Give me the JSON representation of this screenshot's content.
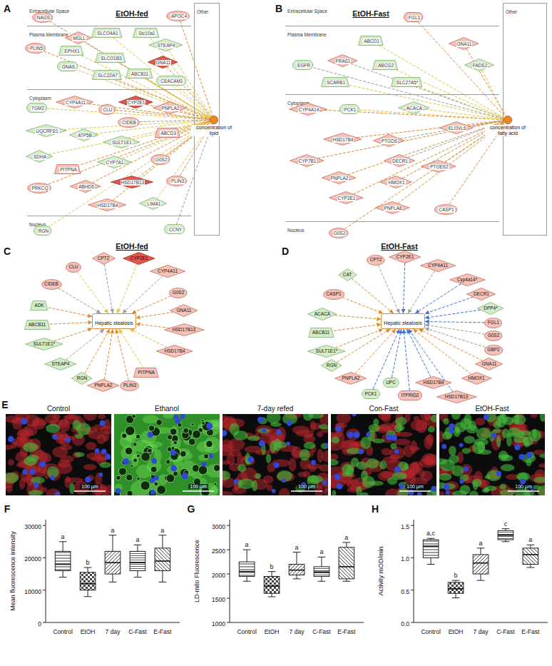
{
  "diagram": {
    "nodes": [
      {
        "text": [
          "Extracellular Space"
        ]
      },
      {
        "text": [
          "Plasma Membrane"
        ]
      },
      {
        "text": [
          "Cytoplasm"
        ]
      },
      {
        "text": [
          "Nucleus"
        ]
      },
      {
        "text": [
          "Other"
        ]
      },
      {
        "text": [
          "concentration of lipid"
        ]
      },
      {
        "text": [
          "NAGS"
        ],
        "in": 0
      },
      {
        "text": [
          "APOC4"
        ],
        "in": 0
      },
      {
        "text": [
          "MGLL"
        ],
        "in": 1
      },
      {
        "text": [
          "SLCO4A1"
        ],
        "in": 1
      },
      {
        "text": [
          "Slc10a1"
        ],
        "in": 1
      },
      {
        "text": [
          "PLIN5"
        ],
        "in": 1
      },
      {
        "text": [
          "EPHX1"
        ],
        "in": 1
      },
      {
        "text": [
          "STEAP4"
        ],
        "in": 1
      },
      {
        "text": [
          "SLCO1B3"
        ],
        "in": 1
      },
      {
        "text": [
          "GNA11"
        ],
        "in": 1
      },
      {
        "text": [
          "GNAS"
        ],
        "in": 1
      },
      {
        "text": [
          "SLC22A7"
        ],
        "in": 1
      },
      {
        "text": [
          "ABCB11"
        ],
        "in": 1
      },
      {
        "text": [
          "CEACAM1"
        ],
        "in": 1
      },
      {
        "text": [
          "TGM2"
        ],
        "in": 2
      },
      {
        "text": [
          "CYP4A11"
        ],
        "in": 2
      },
      {
        "text": [
          "CLU"
        ],
        "in": 2
      },
      {
        "text": [
          "CYP2E1"
        ],
        "in": 2
      },
      {
        "text": [
          "PNPLA2"
        ],
        "in": 2
      },
      {
        "text": [
          "UQCRFS1"
        ],
        "in": 2
      },
      {
        "text": [
          "CIDEB"
        ],
        "in": 2
      },
      {
        "text": [
          "ATP5B"
        ],
        "in": 2
      },
      {
        "text": [
          "SULT1E1"
        ],
        "in": 2
      },
      {
        "text": [
          "ABCD3"
        ],
        "in": 2
      },
      {
        "text": [
          "SDHA"
        ],
        "in": 2
      },
      {
        "text": [
          "PITPNA"
        ],
        "in": 2
      },
      {
        "text": [
          "CYP7A1"
        ],
        "in": 2
      },
      {
        "text": [
          "G0S2"
        ],
        "in": 2
      },
      {
        "text": [
          "PRKCQ"
        ],
        "in": 2
      },
      {
        "text": [
          "ABHD5"
        ],
        "in": 2
      },
      {
        "text": [
          "HSD17B13"
        ],
        "in": 2
      },
      {
        "text": [
          "PLIN3"
        ],
        "in": 2
      },
      {
        "text": [
          "HSD17B4"
        ],
        "in": 2
      },
      {
        "text": [
          "LIMA1"
        ],
        "in": 2
      },
      {
        "text": [
          "RGN"
        ],
        "in": 3
      },
      {
        "text": [
          "CCNY"
        ],
        "in": 3
      },
      {
        "text": [
          "Extracellular Space"
        ]
      },
      {
        "text": [
          "Plasma Membrane"
        ]
      },
      {
        "text": [
          "Cytoplasm"
        ]
      },
      {
        "text": [
          "Nucleus"
        ]
      },
      {
        "text": [
          "Other"
        ]
      },
      {
        "text": [
          "concentration of fatty acid"
        ]
      },
      {
        "text": [
          "FGL1"
        ],
        "in": 42
      },
      {
        "text": [
          "ABCD1"
        ],
        "in": 43
      },
      {
        "text": [
          "GNA11"
        ],
        "in": 43
      },
      {
        "text": [
          "FRAS1"
        ],
        "in": 43
      },
      {
        "text": [
          "FADS2"
        ],
        "in": 43
      },
      {
        "text": [
          "EGFR"
        ],
        "in": 43
      },
      {
        "text": [
          "ABCG2"
        ],
        "in": 43
      },
      {
        "text": [
          "SCARB1"
        ],
        "in": 43
      },
      {
        "text": [
          "SLC27A5*"
        ],
        "in": 43
      },
      {
        "text": [
          "CYP4A14"
        ],
        "in": 44
      },
      {
        "text": [
          "PCK1"
        ],
        "in": 44
      },
      {
        "text": [
          "ACACA"
        ],
        "in": 44
      },
      {
        "text": [
          "ELOVL6"
        ],
        "in": 44
      },
      {
        "text": [
          "HSD17B4"
        ],
        "in": 44
      },
      {
        "text": [
          "PTGDS"
        ],
        "in": 44
      },
      {
        "text": [
          "CYP7B1"
        ],
        "in": 44
      },
      {
        "text": [
          "DECR1"
        ],
        "in": 44
      },
      {
        "text": [
          "PTGES2"
        ],
        "in": 44
      },
      {
        "text": [
          "PNPLA2"
        ],
        "in": 44
      },
      {
        "text": [
          "HMOX1"
        ],
        "in": 44
      },
      {
        "text": [
          "CYP2E1"
        ],
        "in": 44
      },
      {
        "text": [
          "PNPLA8"
        ],
        "in": 44
      },
      {
        "text": [
          "CASP1"
        ],
        "in": 44
      },
      {
        "text": [
          "G0S2"
        ],
        "in": 45
      },
      {
        "text": [
          "Hepatic steatosis"
        ]
      },
      {
        "text": [
          "CPT2"
        ]
      },
      {
        "text": [
          "CYP2E1"
        ]
      },
      {
        "text": [
          "CLU"
        ]
      },
      {
        "text": [
          "CYP4A11"
        ]
      },
      {
        "text": [
          "CIDEB"
        ]
      },
      {
        "text": [
          "G0S2"
        ]
      },
      {
        "text": [
          "ADK"
        ]
      },
      {
        "text": [
          "GNA11"
        ]
      },
      {
        "text": [
          "ABCB11"
        ]
      },
      {
        "text": [
          "HSD17B13"
        ]
      },
      {
        "text": [
          "SULT1E1*"
        ]
      },
      {
        "text": [
          "HSD17B4"
        ]
      },
      {
        "text": [
          "STEAP4"
        ]
      },
      {
        "text": [
          "RGN"
        ]
      },
      {
        "text": [
          "PITPNA"
        ]
      },
      {
        "text": [
          "PNPLA2"
        ]
      },
      {
        "text": [
          "PLIN3"
        ]
      },
      {
        "text": [
          "Hepatic steatosis"
        ]
      },
      {
        "text": [
          "CPT2"
        ]
      },
      {
        "text": [
          "CYP2E1"
        ]
      },
      {
        "text": [
          "CYP4A11"
        ]
      },
      {
        "text": [
          "Cyp4a14*"
        ]
      },
      {
        "text": [
          "CAT"
        ]
      },
      {
        "text": [
          "DECR1"
        ]
      },
      {
        "text": [
          "CASP1"
        ]
      },
      {
        "text": [
          "DPP4*"
        ]
      },
      {
        "text": [
          "ACACA"
        ]
      },
      {
        "text": [
          "FGL1"
        ]
      },
      {
        "text": [
          "ABCB11"
        ]
      },
      {
        "text": [
          "G0S2"
        ]
      },
      {
        "text": [
          "SULT1E1*"
        ]
      },
      {
        "text": [
          "GBP2"
        ]
      },
      {
        "text": [
          "RGN"
        ]
      },
      {
        "text": [
          "GNA11"
        ]
      },
      {
        "text": [
          "PNPLA2"
        ]
      },
      {
        "text": [
          "HMOX1"
        ]
      },
      {
        "text": [
          "PCK1"
        ]
      },
      {
        "text": [
          "UPC"
        ]
      },
      {
        "text": [
          "ITPRID2"
        ]
      },
      {
        "text": [
          "HSD17B4"
        ]
      },
      {
        "text": [
          "HSD17B13"
        ]
      }
    ],
    "edges": [
      {
        "from": 6,
        "to": 5,
        "arrow": "none"
      },
      {
        "from": 7,
        "to": 5,
        "arrow": "none"
      },
      {
        "from": 8,
        "to": 5,
        "arrow": "none"
      },
      {
        "from": 9,
        "to": 5,
        "arrow": "none"
      },
      {
        "from": 10,
        "to": 5,
        "arrow": "none"
      },
      {
        "from": 11,
        "to": 5,
        "arrow": "none"
      },
      {
        "from": 12,
        "to": 5,
        "arrow": "none"
      },
      {
        "from": 13,
        "to": 5,
        "arrow": "none"
      },
      {
        "from": 14,
        "to": 5,
        "arrow": "none"
      },
      {
        "from": 15,
        "to": 5,
        "arrow": "none"
      },
      {
        "from": 16,
        "to": 5,
        "arrow": "none"
      },
      {
        "from": 17,
        "to": 5,
        "arrow": "none"
      },
      {
        "from": 18,
        "to": 5,
        "arrow": "none"
      },
      {
        "from": 19,
        "to": 5,
        "arrow": "none"
      },
      {
        "from": 20,
        "to": 5,
        "arrow": "none"
      },
      {
        "from": 21,
        "to": 5,
        "arrow": "none"
      },
      {
        "from": 22,
        "to": 5,
        "arrow": "none"
      },
      {
        "from": 23,
        "to": 5,
        "arrow": "none"
      },
      {
        "from": 24,
        "to": 5,
        "arrow": "none"
      },
      {
        "from": 25,
        "to": 5,
        "arrow": "none"
      },
      {
        "from": 26,
        "to": 5,
        "arrow": "none"
      },
      {
        "from": 27,
        "to": 5,
        "arrow": "none"
      },
      {
        "from": 28,
        "to": 5,
        "arrow": "none"
      },
      {
        "from": 29,
        "to": 5,
        "arrow": "none"
      },
      {
        "from": 30,
        "to": 5,
        "arrow": "none"
      },
      {
        "from": 31,
        "to": 5,
        "arrow": "none"
      },
      {
        "from": 32,
        "to": 5,
        "arrow": "none"
      },
      {
        "from": 33,
        "to": 5,
        "arrow": "none"
      },
      {
        "from": 34,
        "to": 5,
        "arrow": "none"
      },
      {
        "from": 35,
        "to": 5,
        "arrow": "none"
      },
      {
        "from": 36,
        "to": 5,
        "arrow": "none"
      },
      {
        "from": 37,
        "to": 5,
        "arrow": "none"
      },
      {
        "from": 38,
        "to": 5,
        "arrow": "none"
      },
      {
        "from": 39,
        "to": 5,
        "arrow": "none"
      },
      {
        "from": 40,
        "to": 5,
        "arrow": "none"
      },
      {
        "from": 41,
        "to": 5,
        "arrow": "none"
      },
      {
        "from": 48,
        "to": 47,
        "arrow": "none"
      },
      {
        "from": 49,
        "to": 47,
        "arrow": "none"
      },
      {
        "from": 50,
        "to": 47,
        "arrow": "none"
      },
      {
        "from": 51,
        "to": 47,
        "arrow": "none"
      },
      {
        "from": 52,
        "to": 47,
        "arrow": "none"
      },
      {
        "from": 53,
        "to": 47,
        "arrow": "none"
      },
      {
        "from": 54,
        "to": 47,
        "arrow": "none"
      },
      {
        "from": 55,
        "to": 47,
        "arrow": "none"
      },
      {
        "from": 56,
        "to": 47,
        "arrow": "none"
      },
      {
        "from": 57,
        "to": 47,
        "arrow": "none"
      },
      {
        "from": 58,
        "to": 47,
        "arrow": "none"
      },
      {
        "from": 59,
        "to": 47,
        "arrow": "none"
      },
      {
        "from": 60,
        "to": 47,
        "arrow": "none"
      },
      {
        "from": 61,
        "to": 47,
        "arrow": "none"
      },
      {
        "from": 62,
        "to": 47,
        "arrow": "none"
      },
      {
        "from": 63,
        "to": 47,
        "arrow": "none"
      },
      {
        "from": 64,
        "to": 47,
        "arrow": "none"
      },
      {
        "from": 65,
        "to": 47,
        "arrow": "none"
      },
      {
        "from": 66,
        "to": 47,
        "arrow": "none"
      },
      {
        "from": 67,
        "to": 47,
        "arrow": "none"
      },
      {
        "from": 68,
        "to": 47,
        "arrow": "none"
      },
      {
        "from": 69,
        "to": 47,
        "arrow": "none"
      },
      {
        "from": 70,
        "to": 47,
        "arrow": "none"
      },
      {
        "from": 71,
        "to": 47,
        "arrow": "none"
      },
      {
        "from": 73,
        "to": 72,
        "arrow": "to"
      },
      {
        "from": 74,
        "to": 72,
        "arrow": "to"
      },
      {
        "from": 75,
        "to": 72,
        "arrow": "to"
      },
      {
        "from": 76,
        "to": 72,
        "arrow": "to"
      },
      {
        "from": 77,
        "to": 72,
        "arrow": "to"
      },
      {
        "from": 78,
        "to": 72,
        "arrow": "to"
      },
      {
        "from": 79,
        "to": 72,
        "arrow": "to"
      },
      {
        "from": 80,
        "to": 72,
        "arrow": "to"
      },
      {
        "from": 81,
        "to": 72,
        "arrow": "to"
      },
      {
        "from": 82,
        "to": 72,
        "arrow": "to"
      },
      {
        "from": 83,
        "to": 72,
        "arrow": "to"
      },
      {
        "from": 84,
        "to": 72,
        "arrow": "to"
      },
      {
        "from": 85,
        "to": 72,
        "arrow": "to"
      },
      {
        "from": 86,
        "to": 72,
        "arrow": "to"
      },
      {
        "from": 87,
        "to": 72,
        "arrow": "to"
      },
      {
        "from": 88,
        "to": 72,
        "arrow": "to"
      },
      {
        "from": 89,
        "to": 72,
        "arrow": "to"
      },
      {
        "from": 91,
        "to": 90,
        "arrow": "to"
      },
      {
        "from": 92,
        "to": 90,
        "arrow": "to"
      },
      {
        "from": 93,
        "to": 90,
        "arrow": "to"
      },
      {
        "from": 94,
        "to": 90,
        "arrow": "to"
      },
      {
        "from": 95,
        "to": 90,
        "arrow": "to"
      },
      {
        "from": 96,
        "to": 90,
        "arrow": "to"
      },
      {
        "from": 97,
        "to": 90,
        "arrow": "to"
      },
      {
        "from": 98,
        "to": 90,
        "arrow": "to"
      },
      {
        "from": 99,
        "to": 90,
        "arrow": "to"
      },
      {
        "from": 100,
        "to": 90,
        "arrow": "to"
      },
      {
        "from": 101,
        "to": 90,
        "arrow": "to"
      },
      {
        "from": 102,
        "to": 90,
        "arrow": "to"
      },
      {
        "from": 103,
        "to": 90,
        "arrow": "to"
      },
      {
        "from": 104,
        "to": 90,
        "arrow": "to"
      },
      {
        "from": 105,
        "to": 90,
        "arrow": "to"
      },
      {
        "from": 106,
        "to": 90,
        "arrow": "to"
      },
      {
        "from": 107,
        "to": 90,
        "arrow": "to"
      },
      {
        "from": 108,
        "to": 90,
        "arrow": "to"
      },
      {
        "from": 109,
        "to": 90,
        "arrow": "to"
      },
      {
        "from": 110,
        "to": 90,
        "arrow": "to"
      },
      {
        "from": 111,
        "to": 90,
        "arrow": "to"
      },
      {
        "from": 112,
        "to": 90,
        "arrow": "to"
      },
      {
        "from": 113,
        "to": 90,
        "arrow": "to"
      }
    ],
    "labels": [
      "A",
      "EtOH-fed",
      "B",
      "EtOH-Fast",
      "C",
      "EtOH-fed",
      "D",
      "EtOH-Fast",
      "E",
      "Control",
      "Ethanol",
      "7-day refed",
      "Con-Fast",
      "EtOH-Fast",
      "100 µm",
      "100 µm",
      "100 µm",
      "100 µm",
      "100 µm",
      "F",
      "G",
      "H",
      "Mean fluorescence intensity",
      "0",
      "10000",
      "20000",
      "30000",
      "Control",
      "EtOH",
      "7 day",
      "C-Fast",
      "E-Fast",
      "a",
      "b",
      "a",
      "a",
      "a",
      "LD-mito Fluorescence",
      "1000",
      "1500",
      "2000",
      "2500",
      "3000",
      "Control",
      "EtOH",
      "7 day",
      "C-Fast",
      "E-Fast",
      "a",
      "b",
      "a",
      "a",
      "a",
      "Activity mOD/min",
      "0.0",
      "0.5",
      "1.0",
      "1.5",
      "Control",
      "EtOH",
      "7 day",
      "C-Fast",
      "E-Fast",
      "a,c",
      "b",
      "a",
      "c",
      "a"
    ]
  }
}
